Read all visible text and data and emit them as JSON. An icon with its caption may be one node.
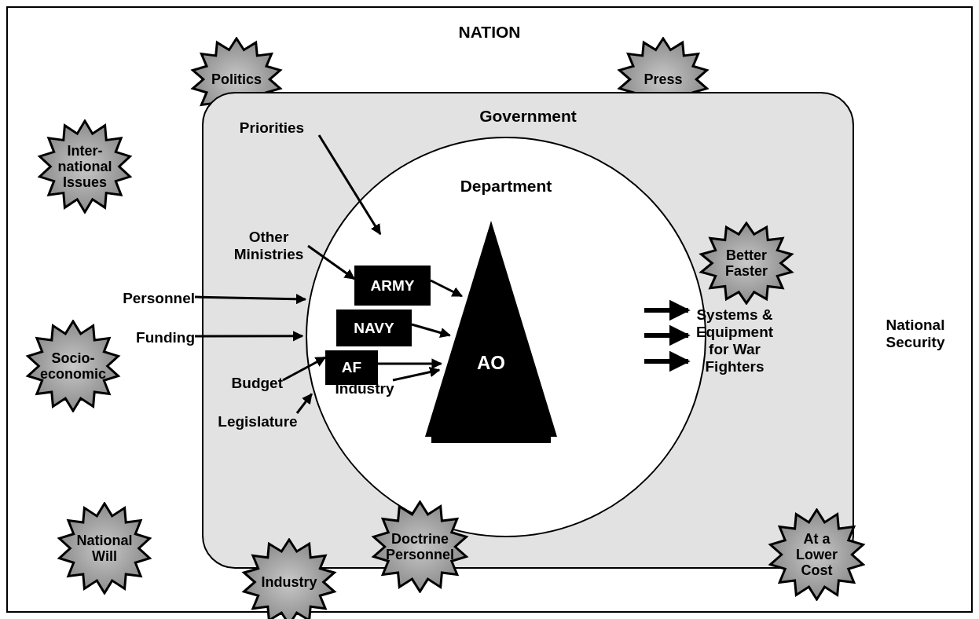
{
  "diagram": {
    "nodes": [
      {
        "text": [
          "NATION"
        ]
      },
      {
        "text": [
          "Politics"
        ],
        "in": 0
      },
      {
        "text": [
          "Press"
        ],
        "in": 0
      },
      {
        "text": [
          "Government"
        ],
        "in": 0
      },
      {
        "text": [
          "Priorities"
        ],
        "in": 3
      },
      {
        "text": [
          "Department"
        ],
        "in": 3
      },
      {
        "text": [
          "Inter-national Issues"
        ],
        "in": 0
      },
      {
        "text": [
          "Better Faster"
        ],
        "in": 3
      },
      {
        "text": [
          "Other Ministries"
        ],
        "in": 3
      },
      {
        "text": [
          "ARMY"
        ],
        "in": 5
      },
      {
        "text": [
          "AO"
        ],
        "in": 5
      },
      {
        "text": [
          "Personnel"
        ],
        "in": 0
      },
      {
        "text": [
          "NAVY"
        ],
        "in": 5
      },
      {
        "text": [
          "Systems & Equipment for War Fighters"
        ],
        "in": 3
      },
      {
        "text": [
          "Funding"
        ],
        "in": 0
      },
      {
        "text": [
          "AF"
        ],
        "in": 5
      },
      {
        "text": [
          "Budget"
        ],
        "in": 3
      },
      {
        "text": [
          "Socio-economic"
        ],
        "in": 0
      },
      {
        "text": [
          "Industry"
        ],
        "in": 5
      },
      {
        "text": [
          "Legislature"
        ],
        "in": 3
      },
      {
        "text": [
          "Doctrine Personnel"
        ],
        "in": 0
      },
      {
        "text": [
          "At a Lower Cost"
        ],
        "in": 0
      },
      {
        "text": [
          "National Will"
        ],
        "in": 0
      },
      {
        "text": [
          "Industry"
        ],
        "in": 0
      }
    ],
    "edges": [
      {
        "from": 4,
        "to": null,
        "arrow": "to"
      },
      {
        "from": 8,
        "to": 9,
        "arrow": "to"
      },
      {
        "from": 9,
        "to": 10,
        "arrow": "to"
      },
      {
        "from": 12,
        "to": 10,
        "arrow": "to"
      },
      {
        "from": 15,
        "to": 10,
        "arrow": "to"
      },
      {
        "from": 11,
        "to": 5,
        "arrow": "to"
      },
      {
        "from": 14,
        "to": 5,
        "arrow": "to"
      },
      {
        "from": 16,
        "to": 15,
        "arrow": "to"
      },
      {
        "from": 19,
        "to": 5,
        "arrow": "to"
      },
      {
        "from": 18,
        "to": 10,
        "arrow": "to"
      },
      {
        "from": null,
        "to": 13,
        "arrow": "to",
        "style": "thick"
      },
      {
        "from": null,
        "to": 13,
        "arrow": "to",
        "style": "thick"
      },
      {
        "from": null,
        "to": 13,
        "arrow": "to",
        "style": "thick"
      }
    ],
    "labels": [
      "National Security"
    ]
  }
}
